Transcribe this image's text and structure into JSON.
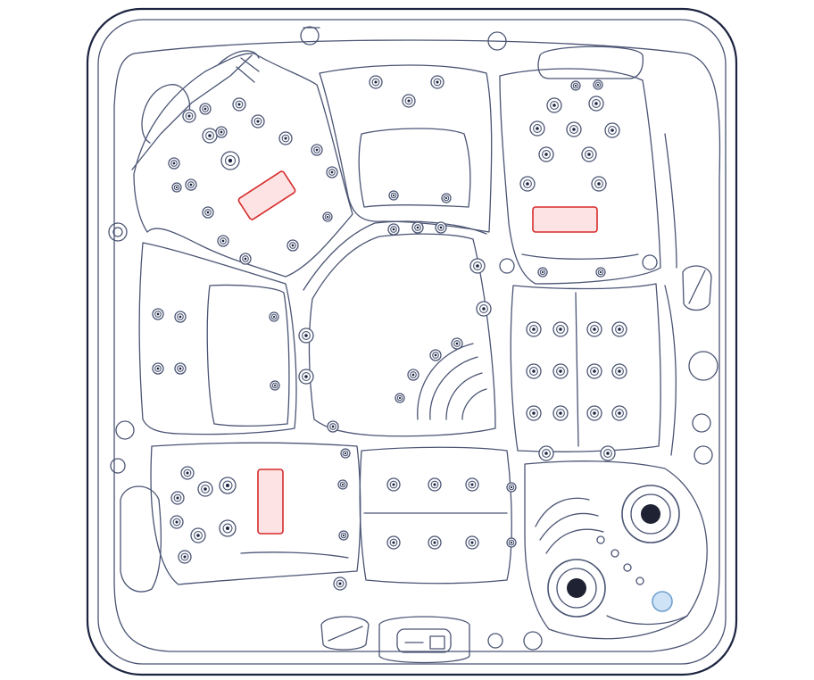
{
  "colors": {
    "outline": "#1c2340",
    "line": "#4b5574",
    "highlight_fill": "#fde3e3",
    "highlight_stroke": "#d62b2b",
    "drain_fill": "#cfe3f6",
    "drain_stroke": "#6f9fcf",
    "pump_core": "#1e2233"
  },
  "icons": {
    "jet": "jet-icon",
    "pump": "pump-suction-icon",
    "drain": "drain-icon",
    "control": "control-panel-icon",
    "valve": "air-valve-icon"
  },
  "highlighted_zones": [
    {
      "id": "lounger-left-back"
    },
    {
      "id": "corner-seat-right-back"
    },
    {
      "id": "seat-front-left-back"
    }
  ],
  "jet_groups": [
    {
      "id": "lounger-left",
      "count": 24
    },
    {
      "id": "corner-top-right",
      "count": 13
    },
    {
      "id": "back-wall-top",
      "count": 3
    },
    {
      "id": "middle-left-seat",
      "count": 8
    },
    {
      "id": "right-seat-grid",
      "count": 12
    },
    {
      "id": "center-foot-well",
      "count": 11
    },
    {
      "id": "front-left-seat",
      "count": 13
    },
    {
      "id": "front-center-seat",
      "count": 7
    },
    {
      "id": "front-right-step",
      "count": 5
    }
  ]
}
